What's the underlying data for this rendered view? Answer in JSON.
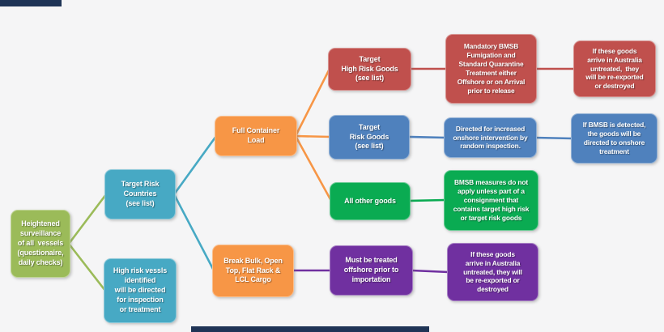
{
  "palette": {
    "olive_green": "#9BBB59",
    "teal": "#47A9C4",
    "orange": "#F79646",
    "brick_red": "#C0504D",
    "blue": "#4F81BD",
    "bright_green": "#0AAB52",
    "purple": "#7030A0",
    "edge_bar_navy": "#1F3456",
    "background": "#F5F5F6",
    "node_text": "#FFFFFF"
  },
  "nodes": {
    "root": {
      "label": "Heightened\nsurveillance\nof all  vessels\n(questionaire,\ndaily checks)"
    },
    "targetRiskCountries": {
      "label": "Target Risk\nCountries\n(see list)"
    },
    "highRiskVessels": {
      "label": "High risk vessls\nidentified\nwill be directed\nfor inspection\nor treatment"
    },
    "fullContainerLoad": {
      "label": "Full Container\nLoad"
    },
    "breakBulk": {
      "label": "Break Bulk, Open\nTop, Flat Rack &\nLCL Cargo"
    },
    "targetHighRiskGoods": {
      "label": "Target\nHigh Risk Goods\n(see list)"
    },
    "targetRiskGoods": {
      "label": "Target\nRisk Goods\n(see list)"
    },
    "allOtherGoods": {
      "label": "All other goods"
    },
    "mustBeTreated": {
      "label": "Must be treated\noffshore prior to\nimportation"
    },
    "mandatoryTreatment": {
      "label": "Mandatory BMSB\nFumigation and\nStandard Quarantine\nTreatment either\nOffshore or on Arrival\nprior to release"
    },
    "onshoreIntervention": {
      "label": "Directed for increased\nonshore intervention by\nrandom inspection."
    },
    "measuresNotApply": {
      "label": "BMSB measures do not\napply unless part of a\nconsignment that\ncontains target high risk\nor target risk goods"
    },
    "untreatedPurple": {
      "label": "If these goods\narrive in Australia\nuntreated, they will\nbe re-exported or\ndestroyed"
    },
    "untreatedRed": {
      "label": "If these goods\narrive in Australia\nuntreated,  they\nwill be re-exported\nor destroyed"
    },
    "bmsbDetected": {
      "label": "If BMSB is detected,\nthe goods will be\ndirected to onshore\ntreatment"
    }
  }
}
